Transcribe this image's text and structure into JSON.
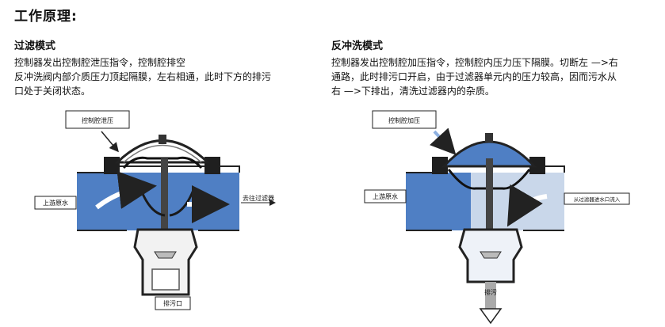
{
  "page_title": "工作原理:",
  "filter_mode": {
    "heading": "过滤模式",
    "lines": [
      "控制器发出控制腔泄压指令，控制腔排空",
      "反冲洗阀内部介质压力顶起隔膜，左右相通，此时下方的排污",
      "口处于关闭状态。"
    ],
    "diagram_labels": {
      "chamber": "控制腔泄压",
      "inlet": "上游原水",
      "outlet": "去往过滤器",
      "drain": "排污口"
    }
  },
  "backwash_mode": {
    "heading": "反冲洗模式",
    "lines": [
      "控制器发出控制腔加压指令，控制腔内压力压下隔膜。切断左 —>右",
      "通路，此时排污口开启，由于过滤器单元内的压力较高，因而污水从",
      "右 —>下排出，清洗过滤器内的杂质。"
    ],
    "diagram_labels": {
      "chamber": "控制腔加压",
      "inlet": "上游原水",
      "inflow": "从过滤器进水口流入",
      "drain": "排污"
    }
  },
  "colors": {
    "water_blue": "#4f7fc4",
    "light_water": "#c9d7ea",
    "body_dark": "#2a2a2a"
  }
}
